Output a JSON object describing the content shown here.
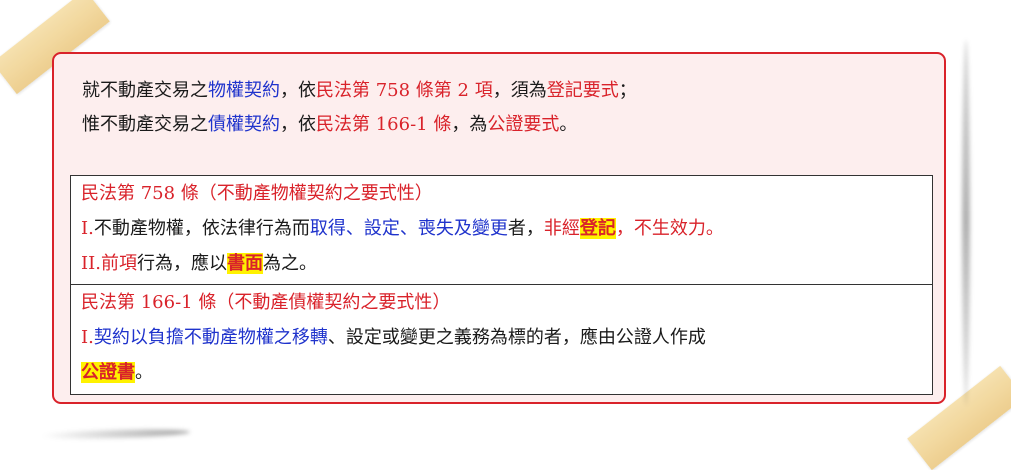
{
  "intro": {
    "line1": {
      "a": "就不動產交易之",
      "b": "物權契約",
      "c": "，依",
      "d": "民法第 758 條第 2 項",
      "e": "，須為",
      "f": "登記要式",
      "g": "；"
    },
    "line2": {
      "a": "惟不動產交易之",
      "b": "債權契約",
      "c": "，依",
      "d": "民法第 166-1 條",
      "e": "，為",
      "f": "公證要式",
      "g": "。"
    }
  },
  "article758": {
    "title": "民法第 758 條（不動產物權契約之要式性）",
    "p1": {
      "num": "I.",
      "a": "不動產物權，依法律行為而",
      "b": "取得、設定、喪失及變更",
      "c": "者，",
      "d": "非經",
      "hl": "登記",
      "e": "，不生效力。"
    },
    "p2": {
      "num": "II.",
      "a": "前項",
      "b": "行為，應以",
      "hl": "書面",
      "c": "為之。"
    }
  },
  "article1661": {
    "title": "民法第 166-1 條（不動產債權契約之要式性）",
    "p1": {
      "num": "I.",
      "a": "契約以負擔不動產物權之移轉",
      "b": "、設定或變更之義務為標的者，應由公證人作成",
      "hl": "公證書",
      "c": "。"
    }
  },
  "colors": {
    "accent_red": "#d9222a",
    "accent_blue": "#1f33cc",
    "highlight": "#fff200",
    "card_bg": "#fdeeee"
  }
}
